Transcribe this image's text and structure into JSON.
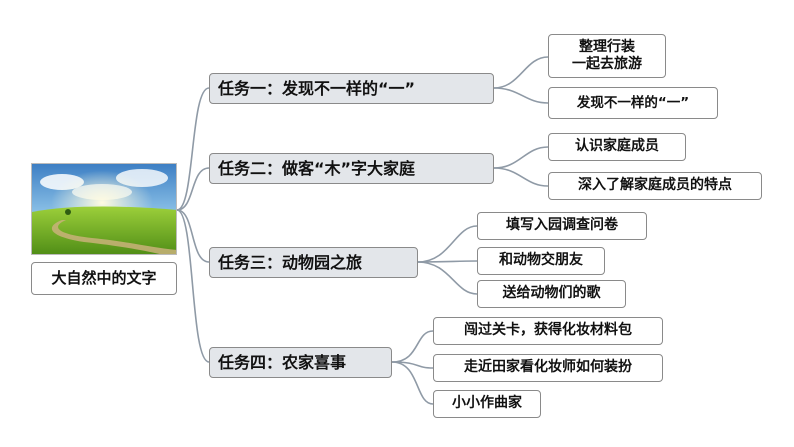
{
  "root": {
    "label": "大自然中的文字",
    "image": "landscape-photo"
  },
  "tasks": [
    {
      "label": "任务一：发现不一样的“一”",
      "children": [
        "整理行装",
        "一起去旅游",
        "发现不一样的“一”"
      ]
    },
    {
      "label": "任务二：做客“木”字大家庭",
      "children": [
        "认识家庭成员",
        "深入了解家庭成员的特点"
      ]
    },
    {
      "label": "任务三：动物园之旅",
      "children": [
        "填写入园调查问卷",
        "和动物交朋友",
        "送给动物们的歌"
      ]
    },
    {
      "label": "任务四：农家喜事",
      "children": [
        "闯过关卡，获得化妆材料包",
        "走近田家看化妆师如何装扮",
        "小小作曲家"
      ]
    }
  ],
  "colors": {
    "connector": "#8f9aa6",
    "task_fill": "#e3e6ea",
    "border": "#8a8a8a"
  }
}
